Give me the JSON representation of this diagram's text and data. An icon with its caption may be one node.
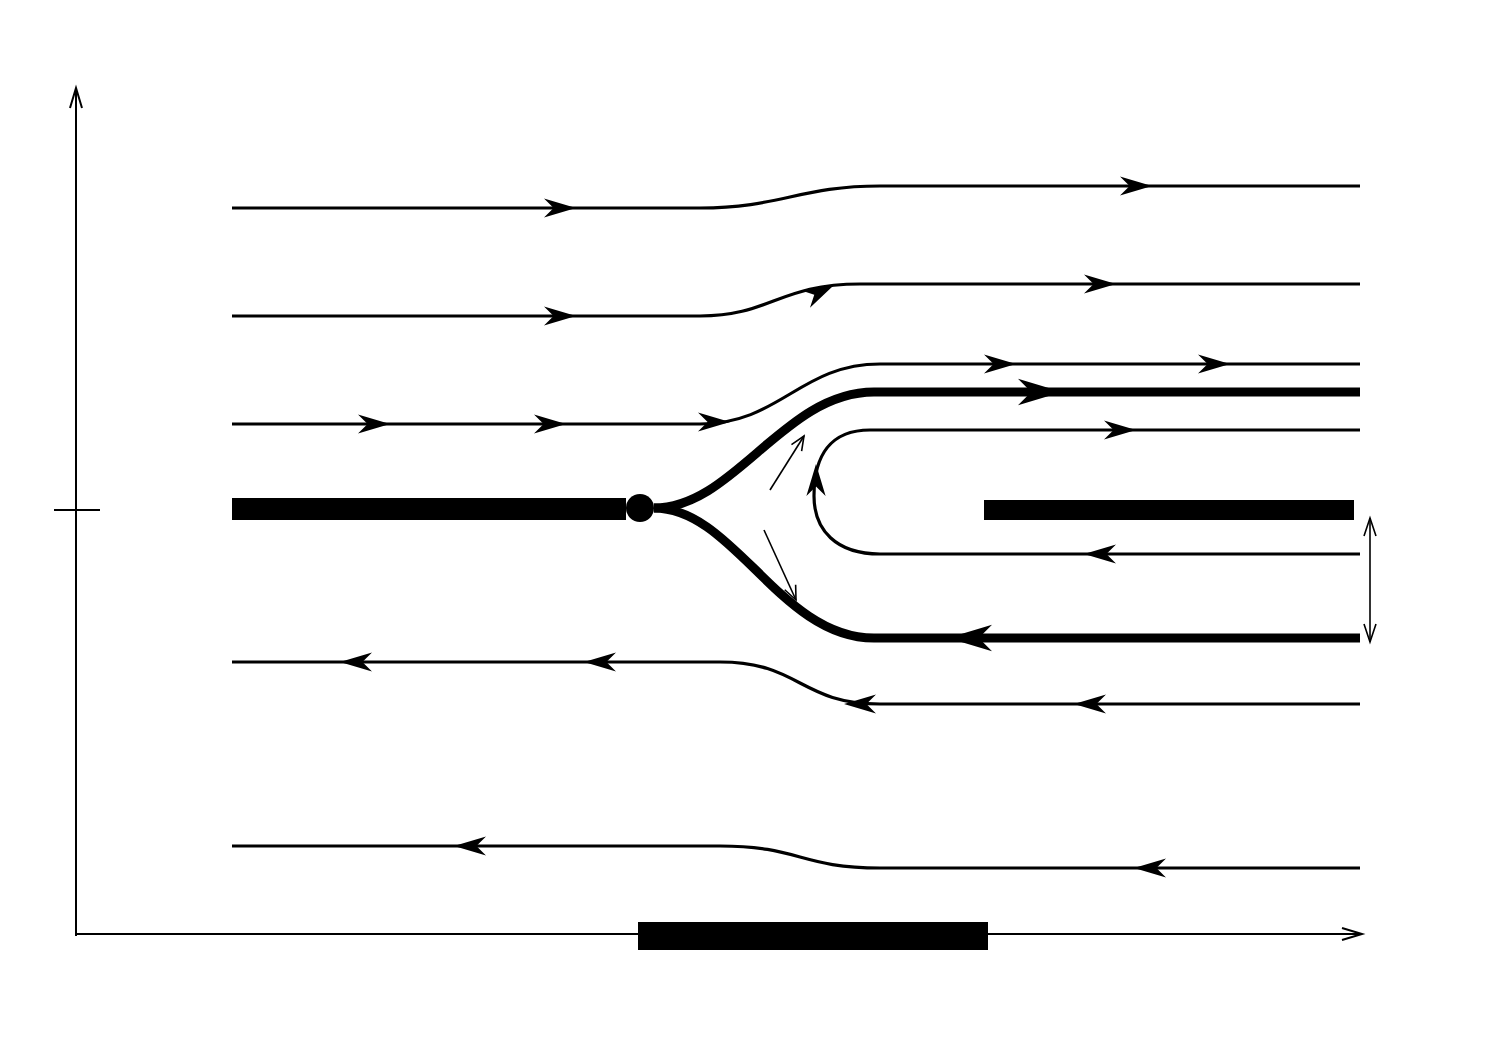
{
  "diagram": {
    "nodes": [
      {
        "text": [],
        "shape": "bar"
      },
      {
        "text": [],
        "shape": "circle"
      },
      {
        "text": [],
        "shape": "bar"
      },
      {
        "text": [],
        "shape": "bar"
      }
    ]
  }
}
